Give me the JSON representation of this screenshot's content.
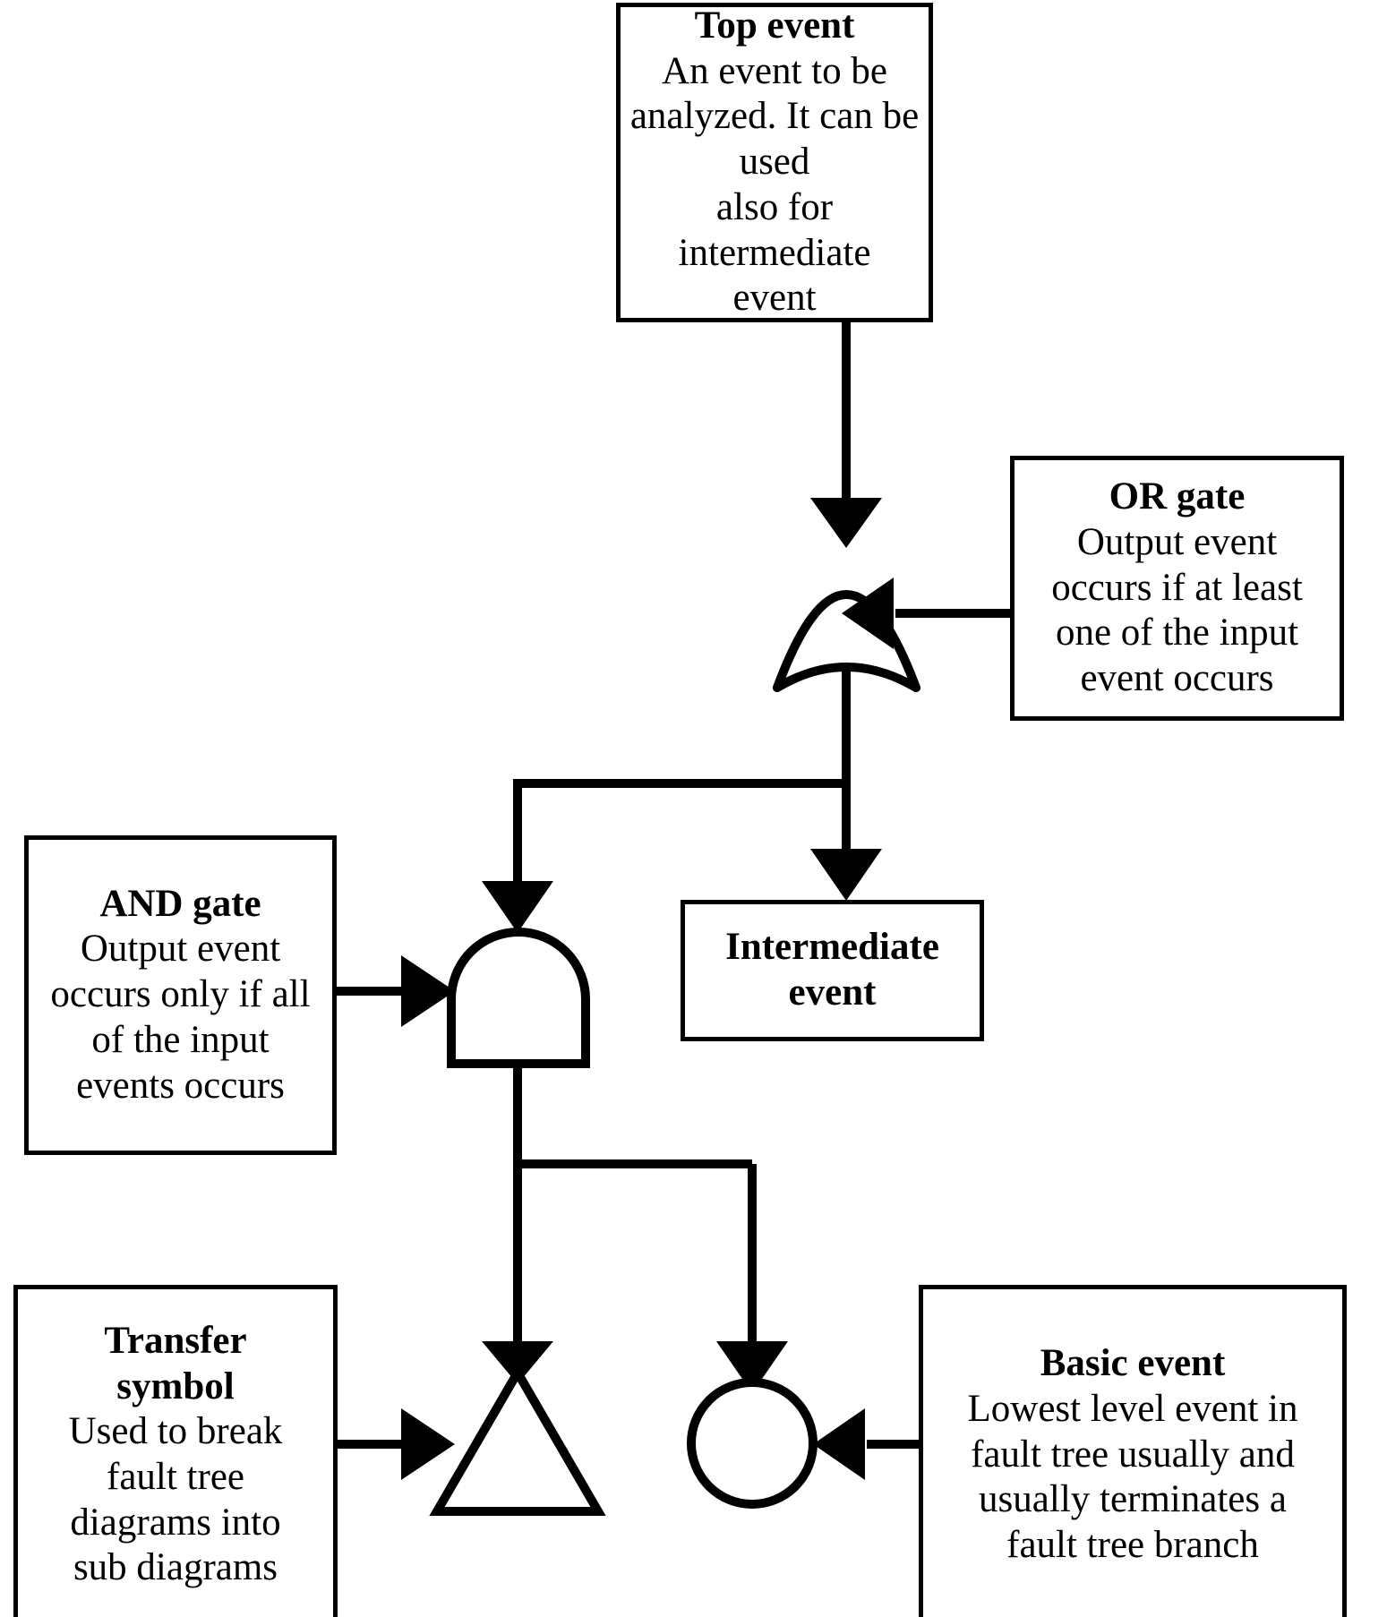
{
  "diagram": {
    "title": "Fault tree analysis symbols legend",
    "background_color": "#ffffff",
    "stroke_color": "#000000"
  },
  "nodes": {
    "top_event": {
      "title": "Top event",
      "body_lines": [
        "An event to be",
        "analyzed. It can be used",
        "also for intermediate",
        "event"
      ]
    },
    "or_gate": {
      "title": "OR gate",
      "body_lines": [
        "Output event",
        "occurs if at least",
        "one of the input",
        "event occurs"
      ]
    },
    "and_gate": {
      "title": "AND gate",
      "body_lines": [
        "Output event",
        "occurs only if all",
        "of the input",
        "events occurs"
      ]
    },
    "intermediate_event": {
      "title_lines": [
        "Intermediate",
        "event"
      ]
    },
    "transfer_symbol": {
      "title_lines": [
        "Transfer",
        "symbol"
      ],
      "body_lines": [
        "Used to break",
        "fault tree",
        "diagrams into",
        "sub diagrams"
      ]
    },
    "basic_event": {
      "title": "Basic event",
      "body_lines": [
        "Lowest level event in",
        "fault tree usually and",
        "usually terminates a",
        "fault tree branch"
      ]
    }
  },
  "symbols": {
    "or_gate_shape": "or-gate-symbol",
    "and_gate_shape": "and-gate-symbol",
    "transfer_shape": "transfer-triangle-symbol",
    "basic_event_shape": "basic-event-circle-symbol"
  },
  "connectors": [
    {
      "name": "top-event-to-or-gate",
      "kind": "arrow-down"
    },
    {
      "name": "or-gate-label-to-or-gate",
      "kind": "arrow-left"
    },
    {
      "name": "or-gate-to-and-gate",
      "kind": "arrow-down-branch-left"
    },
    {
      "name": "or-gate-to-intermediate-event",
      "kind": "arrow-down-branch-right"
    },
    {
      "name": "and-gate-label-to-and-gate",
      "kind": "arrow-right"
    },
    {
      "name": "and-gate-to-transfer-symbol",
      "kind": "arrow-down-branch-left"
    },
    {
      "name": "and-gate-to-basic-event",
      "kind": "arrow-down-branch-right"
    },
    {
      "name": "transfer-label-to-transfer-symbol",
      "kind": "arrow-right"
    },
    {
      "name": "basic-event-label-to-circle",
      "kind": "arrow-left"
    }
  ]
}
